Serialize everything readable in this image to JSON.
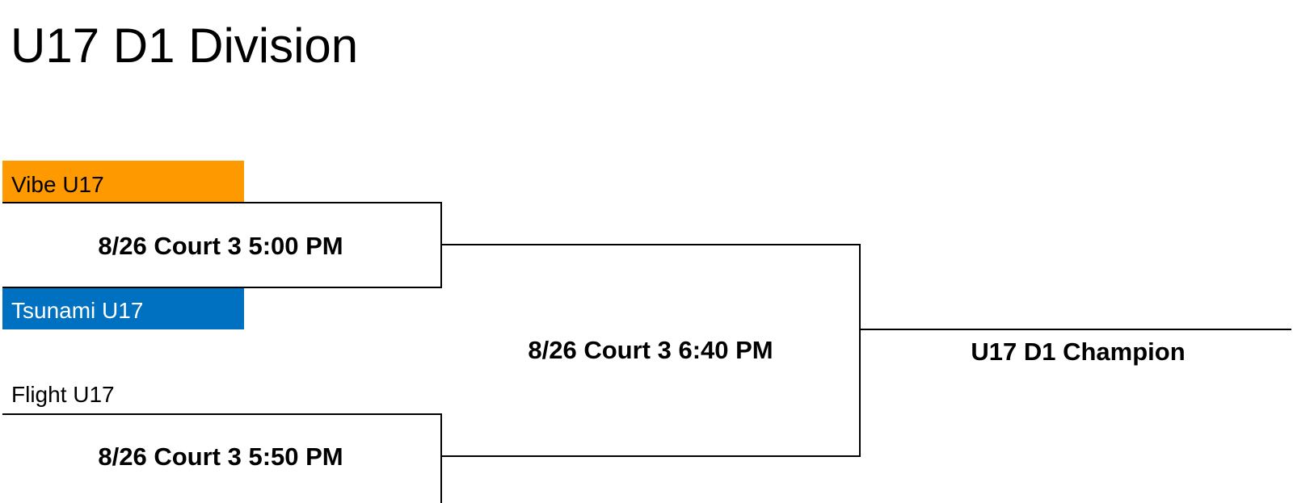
{
  "title": "U17 D1 Division",
  "teams": {
    "team1": {
      "name": "Vibe U17",
      "color": "#FF9900"
    },
    "team2": {
      "name": "Tsunami U17",
      "color": "#0070C0"
    },
    "team3": {
      "name": "Flight U17"
    }
  },
  "matches": {
    "match1": "8/26 Court 3 5:00 PM",
    "match2": "8/26 Court 3 5:50 PM",
    "final": "8/26 Court 3 6:40 PM"
  },
  "champion": "U17 D1 Champion"
}
